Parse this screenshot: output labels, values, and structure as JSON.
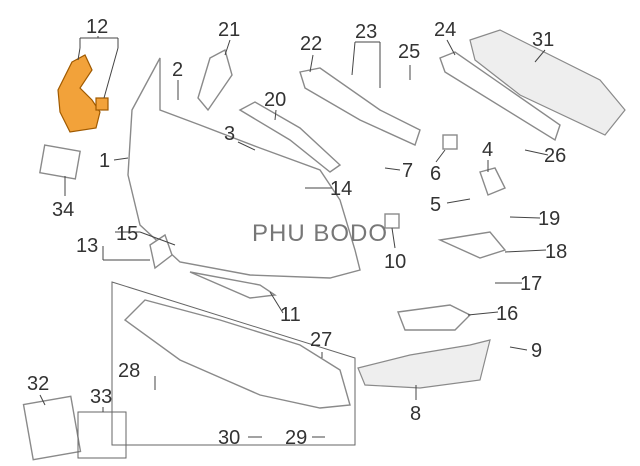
{
  "watermark": "PHU BODO",
  "callouts": [
    "12",
    "21",
    "22",
    "23",
    "25",
    "24",
    "31",
    "2",
    "20",
    "3",
    "1",
    "7",
    "6",
    "4",
    "26",
    "34",
    "14",
    "5",
    "19",
    "15",
    "13",
    "18",
    "10",
    "17",
    "11",
    "16",
    "27",
    "9",
    "28",
    "32",
    "33",
    "8",
    "30",
    "29"
  ],
  "colors": {
    "highlight": "#f2a23a",
    "line": "#8a8a8a"
  }
}
